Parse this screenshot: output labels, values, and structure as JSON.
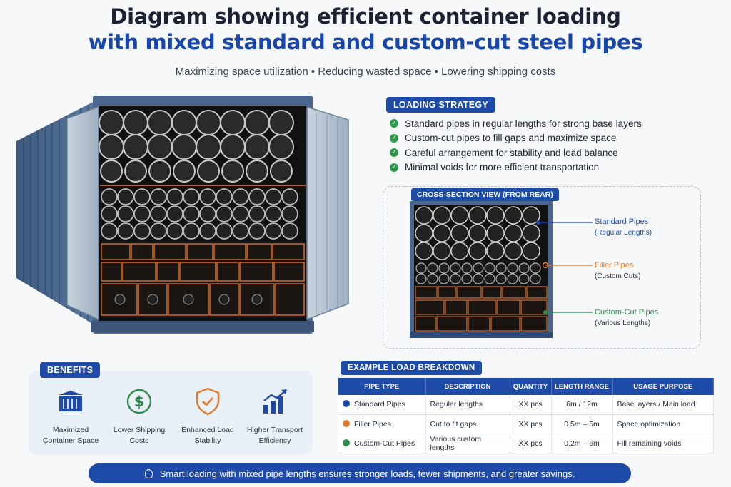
{
  "header": {
    "title_line1": "Diagram showing efficient container loading",
    "title_line2": "with mixed standard and custom-cut steel pipes",
    "subtitle": "Maximizing space utilization • Reducing wasted space • Lowering shipping costs"
  },
  "strategy": {
    "label": "LOADING STRATEGY",
    "items": [
      "Standard pipes in regular lengths for strong base layers",
      "Custom-cut pipes to fill gaps and maximize space",
      "Careful arrangement for stability and load balance",
      "Minimal voids for more efficient transportation"
    ]
  },
  "cross_section": {
    "label": "CROSS-SECTION VIEW (FROM REAR)",
    "legend": [
      {
        "title": "Standard Pipes",
        "sub": "(Regular Lengths)",
        "color": "#1e4aa8"
      },
      {
        "title": "Filler Pipes",
        "sub": "(Custom Cuts)",
        "color": "#e07a2e"
      },
      {
        "title": "Custom-Cut Pipes",
        "sub": "(Various Lengths)",
        "color": "#2e8b4a"
      }
    ]
  },
  "benefits": {
    "label": "BENEFITS",
    "items": [
      {
        "line1": "Maximized",
        "line2": "Container Space",
        "icon": "container-icon"
      },
      {
        "line1": "Lower Shipping",
        "line2": "Costs",
        "icon": "dollar-icon"
      },
      {
        "line1": "Enhanced Load",
        "line2": "Stability",
        "icon": "shield-check-icon"
      },
      {
        "line1": "Higher Transport",
        "line2": "Efficiency",
        "icon": "chart-arrow-icon"
      }
    ]
  },
  "breakdown": {
    "label": "EXAMPLE LOAD BREAKDOWN",
    "headers": [
      "PIPE TYPE",
      "DESCRIPTION",
      "QUANTITY",
      "LENGTH RANGE",
      "USAGE PURPOSE"
    ],
    "rows": [
      {
        "type": "Standard Pipes",
        "desc": "Regular lengths",
        "qty": "XX pcs",
        "range": "6m / 12m",
        "usage": "Base layers / Main load",
        "color": "#1e4aa8"
      },
      {
        "type": "Filler Pipes",
        "desc": "Cut to fit gaps",
        "qty": "XX pcs",
        "range": "0.5m – 5m",
        "usage": "Space optimization",
        "color": "#e07a2e"
      },
      {
        "type": "Custom-Cut Pipes",
        "desc": "Various custom lengths",
        "qty": "XX pcs",
        "range": "0.2m – 6m",
        "usage": "Fill remaining voids",
        "color": "#2e8b4a"
      }
    ]
  },
  "footer": {
    "text": "Smart loading with mixed pipe lengths ensures stronger loads, fewer shipments, and greater savings."
  }
}
